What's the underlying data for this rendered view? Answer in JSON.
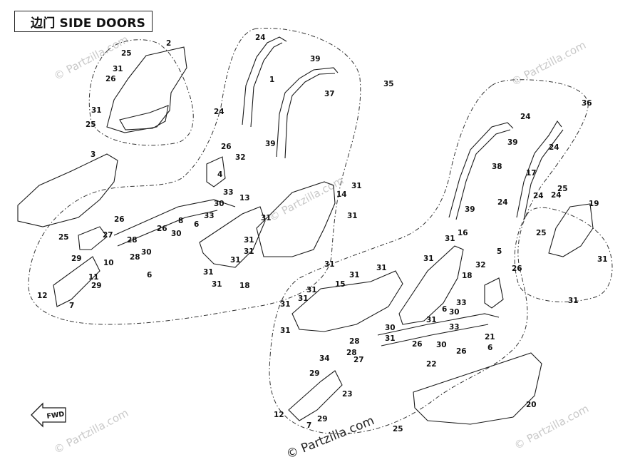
{
  "title": "边门 SIDE DOORS",
  "watermark": "© Partzilla.com",
  "fwd_label": "FWD",
  "colors": {
    "line": "#1a1a1a",
    "dash": "#333333",
    "watermark": "#c9c9c9"
  },
  "callouts": [
    "1",
    "2",
    "3",
    "4",
    "5",
    "6",
    "7",
    "8",
    "10",
    "11",
    "12",
    "13",
    "14",
    "15",
    "16",
    "17",
    "18",
    "19",
    "20",
    "21",
    "22",
    "23",
    "24",
    "25",
    "26",
    "27",
    "28",
    "29",
    "30",
    "31",
    "32",
    "33",
    "34",
    "35",
    "36",
    "37",
    "38",
    "39"
  ]
}
